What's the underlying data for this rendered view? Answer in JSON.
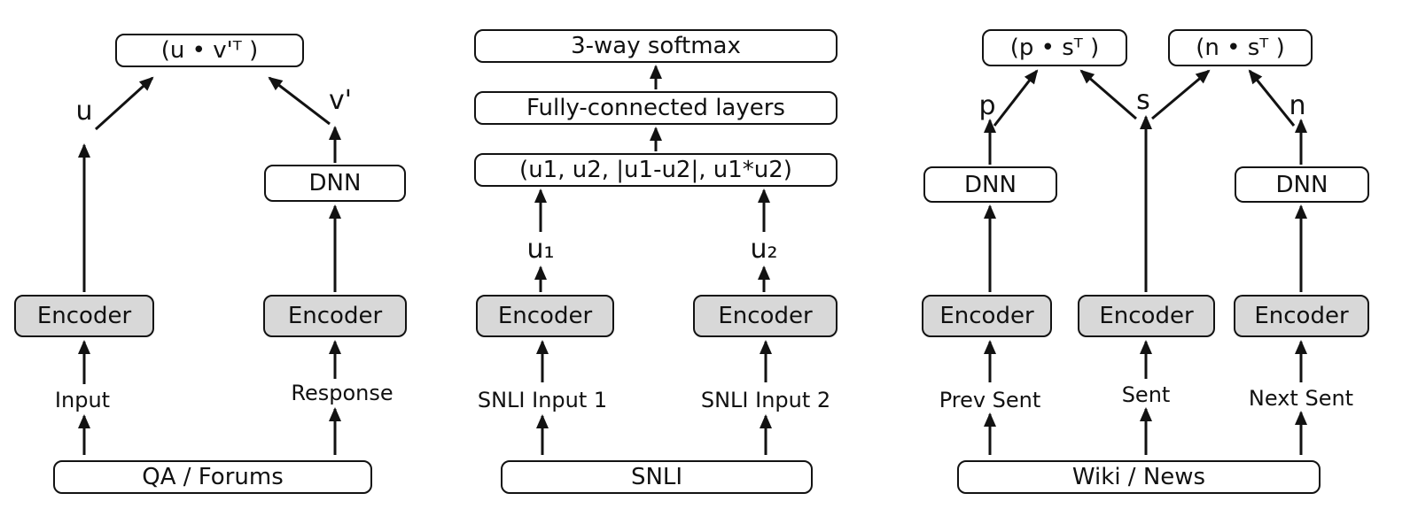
{
  "figure": {
    "background": "#ffffff",
    "line_color": "#111111",
    "encoder_fill": "#d8d8d8"
  },
  "qa": {
    "output": "(u • v'ᵀ )",
    "u": "u",
    "v": "v'",
    "dnn": "DNN",
    "encoder_left": "Encoder",
    "encoder_right": "Encoder",
    "input": "Input",
    "response": "Response",
    "corpus": "QA / Forums"
  },
  "snli": {
    "softmax": "3-way softmax",
    "fully_connected": "Fully-connected layers",
    "features": "(u1, u2, |u1-u2|, u1*u2)",
    "u1": "u₁",
    "u2": "u₂",
    "encoder_left": "Encoder",
    "encoder_right": "Encoder",
    "input1": "SNLI Input 1",
    "input2": "SNLI Input 2",
    "corpus": "SNLI"
  },
  "skipthought": {
    "output_ps": "(p • sᵀ )",
    "output_ns": "(n • sᵀ )",
    "p": "p",
    "s": "s",
    "n": "n",
    "dnn_left": "DNN",
    "dnn_right": "DNN",
    "encoder_left": "Encoder",
    "encoder_mid": "Encoder",
    "encoder_right": "Encoder",
    "input_prev": "Prev Sent",
    "input_sent": "Sent",
    "input_next": "Next Sent",
    "corpus": "Wiki / News"
  }
}
